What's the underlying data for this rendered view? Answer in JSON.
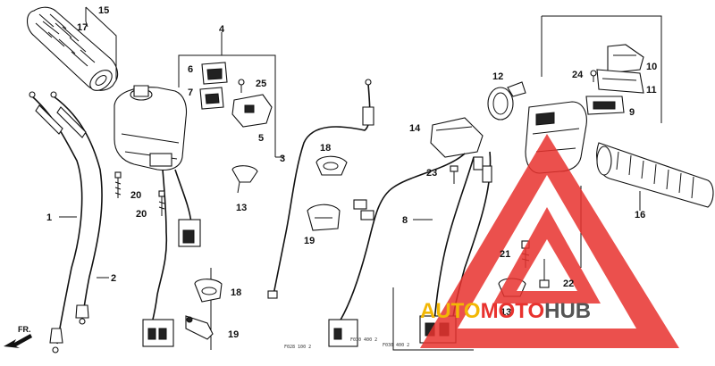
{
  "diagram": {
    "part_labels": {
      "p1": "1",
      "p2": "2",
      "p3": "3",
      "p4": "4",
      "p5": "5",
      "p6": "6",
      "p7": "7",
      "p8": "8",
      "p9": "9",
      "p10": "10",
      "p11": "11",
      "p12": "12",
      "p13a": "13",
      "p13b": "13",
      "p14": "14",
      "p15": "15",
      "p16": "16",
      "p17": "17",
      "p18a": "18",
      "p18b": "18",
      "p19a": "19",
      "p19b": "19",
      "p20a": "20",
      "p20b": "20",
      "p21": "21",
      "p22": "22",
      "p23": "23",
      "p24": "24",
      "p25": "25"
    },
    "direction_label": "FR.",
    "footer_codes": [
      "F028 100 2",
      "F030 400 2",
      "F030 400 2"
    ]
  },
  "watermark": {
    "part1": "AUTO",
    "part2": "MOTO",
    "part3": "HUB",
    "colors": {
      "auto": "#f2b705",
      "moto": "#e8322e",
      "hub": "#555555",
      "triangle": "#e8322e"
    }
  }
}
